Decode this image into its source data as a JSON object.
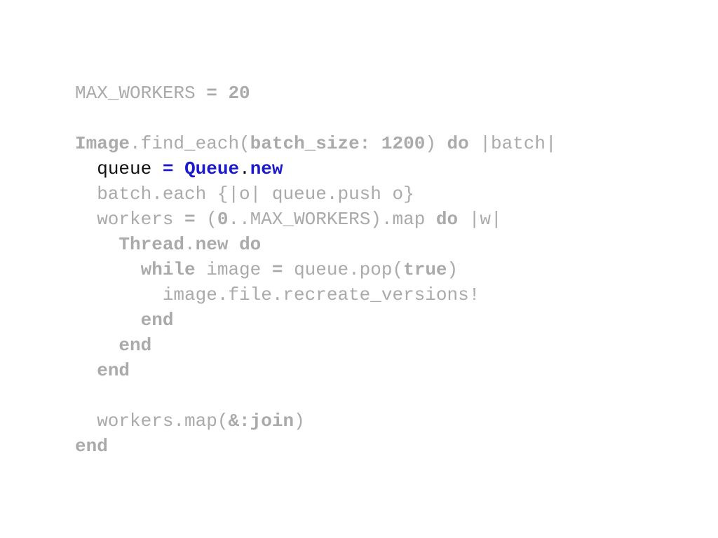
{
  "code": {
    "lines": [
      [
        {
          "text": "MAX_WORKERS "
        },
        {
          "text": "=",
          "b": true
        },
        {
          "text": " "
        },
        {
          "text": "20",
          "b": true
        }
      ],
      [],
      [
        {
          "text": "Image",
          "b": true
        },
        {
          "text": ".find_each("
        },
        {
          "text": "batch_size:",
          "b": true
        },
        {
          "text": " "
        },
        {
          "text": "1200",
          "b": true
        },
        {
          "text": ") "
        },
        {
          "text": "do",
          "b": true
        },
        {
          "text": " |batch|"
        }
      ],
      [
        {
          "text": "  "
        },
        {
          "text": "queue",
          "c": "dark"
        },
        {
          "text": " "
        },
        {
          "text": "=",
          "c": "blue"
        },
        {
          "text": " "
        },
        {
          "text": "Queue",
          "c": "blue"
        },
        {
          "text": ".",
          "c": "dark"
        },
        {
          "text": "new",
          "c": "blue"
        }
      ],
      [
        {
          "text": "  batch.each {|o| queue.push o}"
        }
      ],
      [
        {
          "text": "  workers "
        },
        {
          "text": "=",
          "b": true
        },
        {
          "text": " ("
        },
        {
          "text": "0",
          "b": true
        },
        {
          "text": "..MAX_WORKERS).map "
        },
        {
          "text": "do",
          "b": true
        },
        {
          "text": " |w|"
        }
      ],
      [
        {
          "text": "    "
        },
        {
          "text": "Thread",
          "b": true
        },
        {
          "text": "."
        },
        {
          "text": "new",
          "b": true
        },
        {
          "text": " "
        },
        {
          "text": "do",
          "b": true
        }
      ],
      [
        {
          "text": "      "
        },
        {
          "text": "while",
          "b": true
        },
        {
          "text": " image "
        },
        {
          "text": "=",
          "b": true
        },
        {
          "text": " queue.pop("
        },
        {
          "text": "true",
          "b": true
        },
        {
          "text": ")"
        }
      ],
      [
        {
          "text": "        image.file.recreate_versions!"
        }
      ],
      [
        {
          "text": "      "
        },
        {
          "text": "end",
          "b": true
        }
      ],
      [
        {
          "text": "    "
        },
        {
          "text": "end",
          "b": true
        }
      ],
      [
        {
          "text": "  "
        },
        {
          "text": "end",
          "b": true
        }
      ],
      [],
      [
        {
          "text": "  workers.map("
        },
        {
          "text": "&:join",
          "b": true
        },
        {
          "text": ")"
        }
      ],
      [
        {
          "text": "end",
          "b": true
        }
      ]
    ]
  },
  "colors": {
    "text_default": "#aaaaaa",
    "text_highlight": "#111111",
    "keyword_highlight": "#1a1acc",
    "background": "#ffffff"
  }
}
